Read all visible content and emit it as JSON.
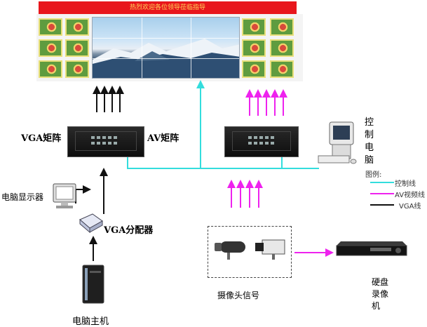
{
  "banner": {
    "text": "热烈欢迎各位领导莅临指导"
  },
  "labels": {
    "vga_matrix": "VGA矩阵",
    "av_matrix": "AV矩阵",
    "control_pc": [
      "控",
      "制",
      "电",
      "脑"
    ],
    "monitor": "电脑显示器",
    "vga_splitter": "VGA分配器",
    "pc_host": "电脑主机",
    "camera_signal": "摄像头信号",
    "dvr": [
      "硬盘",
      "录像",
      "机"
    ]
  },
  "legend": {
    "title": "图例:",
    "items": [
      {
        "label": "控制线",
        "color": "#33dddd"
      },
      {
        "label": "AV视频线",
        "color": "#ee22ee"
      },
      {
        "label": "VGA线",
        "color": "#111111"
      }
    ]
  },
  "colors": {
    "control": "#33dddd",
    "av": "#ee22ee",
    "vga": "#111111",
    "banner_bg": "#e8161c",
    "banner_text": "#ffd75a"
  }
}
